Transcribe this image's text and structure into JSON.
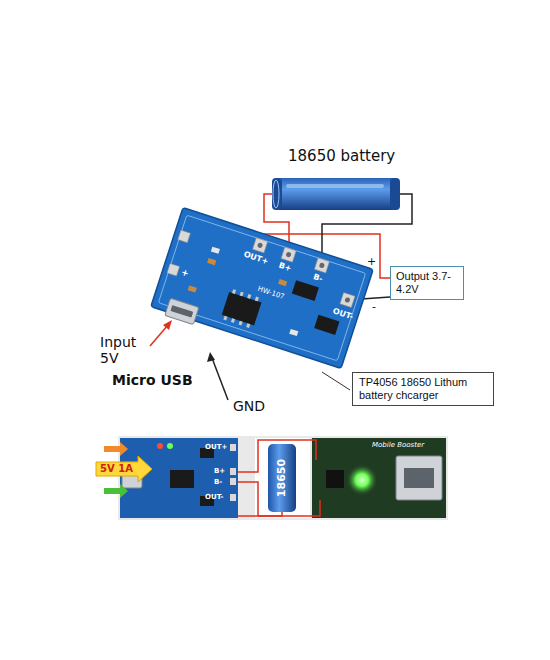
{
  "diagram": {
    "nodes": [
      {
        "text": [
          "Output 3.7-4.2V"
        ]
      },
      {
        "text": [
          "TP4056 18650 Lithum battery chcarger"
        ]
      }
    ],
    "labels": [
      "18650 battery",
      "OUT+",
      "B+",
      "B-",
      "OUT-",
      "+",
      "HW-107",
      "+",
      "-",
      "Input 5V",
      "Micro USB",
      "GND",
      "5V 1A",
      "OUT+",
      "B+",
      "B-",
      "OUT-",
      "18650",
      "Mobile Booster"
    ]
  }
}
